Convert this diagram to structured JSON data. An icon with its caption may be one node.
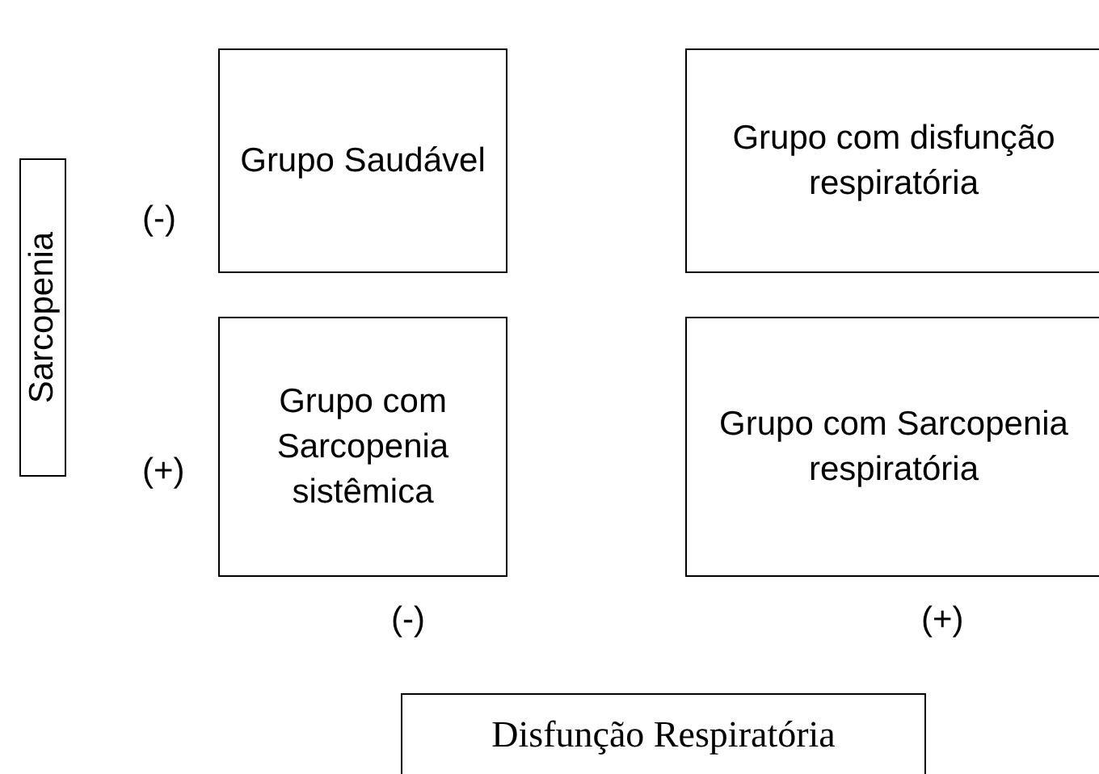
{
  "diagram": {
    "nodes": [
      {
        "text": [
          "Sarcopenia"
        ]
      },
      {
        "text": [
          "Grupo Saudável"
        ]
      },
      {
        "text": [
          "Grupo com disfunção respiratória"
        ]
      },
      {
        "text": [
          "Grupo com Sarcopenia sistêmica"
        ]
      },
      {
        "text": [
          "Grupo com Sarcopenia respiratória"
        ]
      },
      {
        "text": [
          "Disfunção Respiratória"
        ]
      }
    ],
    "labels": [
      "(-)",
      "(+)",
      "(-)",
      "(+)"
    ]
  }
}
